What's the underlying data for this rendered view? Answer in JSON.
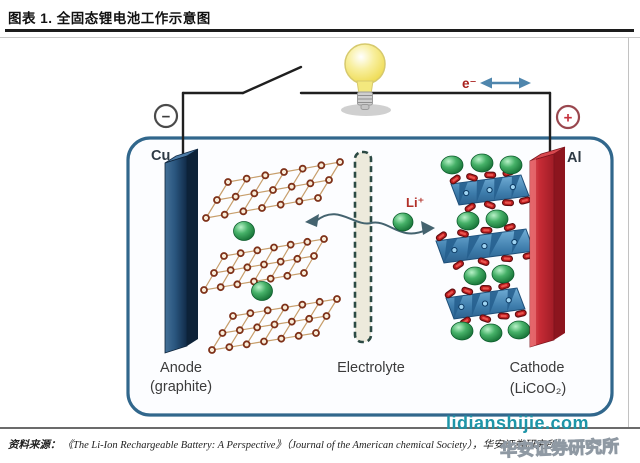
{
  "header": {
    "title": "图表 1. 全固态锂电池工作示意图"
  },
  "diagram": {
    "cu_label": "Cu",
    "al_label": "Al",
    "negative_sign": "−",
    "positive_sign": "+",
    "electron_label": "e⁻",
    "li_ion_label": "Li⁺",
    "anode_label": "Anode",
    "anode_sublabel": "(graphite)",
    "electrolyte_label": "Electrolyte",
    "cathode_label": "Cathode",
    "cathode_sublabel": "(LiCoO₂)"
  },
  "footer": {
    "source_prefix": "资料来源：",
    "source_text": "《The Li-Ion Rechargeable Battery: A Perspective》（Journal of the American chemical Society），华安证券研究所"
  },
  "watermark": {
    "site": "lidianshijie.com",
    "stamp": "华安证券研究所"
  },
  "colors": {
    "container_border": "#31678c",
    "electrode_cu": "#2a567f",
    "electrode_al": "#c62b35",
    "lithium_green": "#35a055",
    "electron_red": "#a8201d",
    "arrow_blue": "#4f86ad",
    "watermark_teal": "#1e95a8"
  }
}
